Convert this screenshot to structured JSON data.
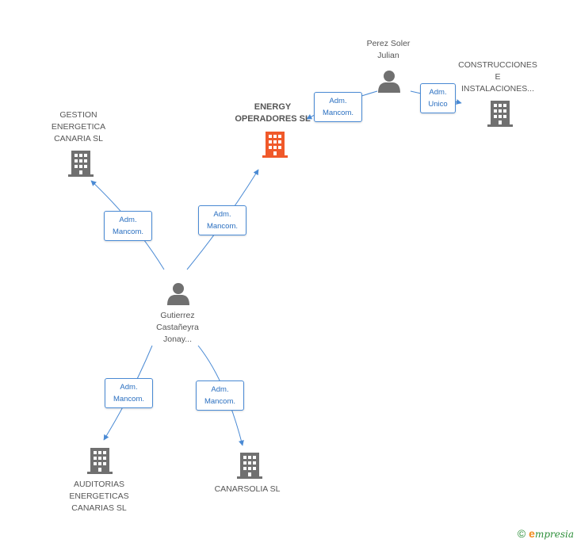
{
  "colors": {
    "edge": "#4a8ad4",
    "node_gray": "#707070",
    "highlight": "#f0592a"
  },
  "nodes": {
    "energy": {
      "label": "ENERGY\nOPERADORES SL",
      "icon": "building-icon"
    },
    "gestion": {
      "label": "GESTION\nENERGETICA\nCANARIA SL",
      "icon": "building-icon"
    },
    "construcciones": {
      "label": "CONSTRUCCIONES\nE\nINSTALACIONES...",
      "icon": "building-icon"
    },
    "perez": {
      "label": "Perez Soler\nJulian",
      "icon": "person-icon"
    },
    "gutierrez": {
      "label": "Gutierrez\nCastañeyra\nJonay...",
      "icon": "person-icon"
    },
    "auditorias": {
      "label": "AUDITORIAS\nENERGETICAS\nCANARIAS SL",
      "icon": "building-icon"
    },
    "canarsolia": {
      "label": "CANARSOLIA SL",
      "icon": "building-icon"
    }
  },
  "edges": {
    "perez_energy": "Adm.\nMancom.",
    "perez_construcciones": "Adm.\nUnico",
    "gutierrez_gestion": "Adm.\nMancom.",
    "gutierrez_energy": "Adm.\nMancom.",
    "gutierrez_auditorias": "Adm.\nMancom.",
    "gutierrez_canarsolia": "Adm.\nMancom."
  },
  "footer": {
    "copyright": "©",
    "brand_initial": "e",
    "brand_rest": "mpresia"
  }
}
